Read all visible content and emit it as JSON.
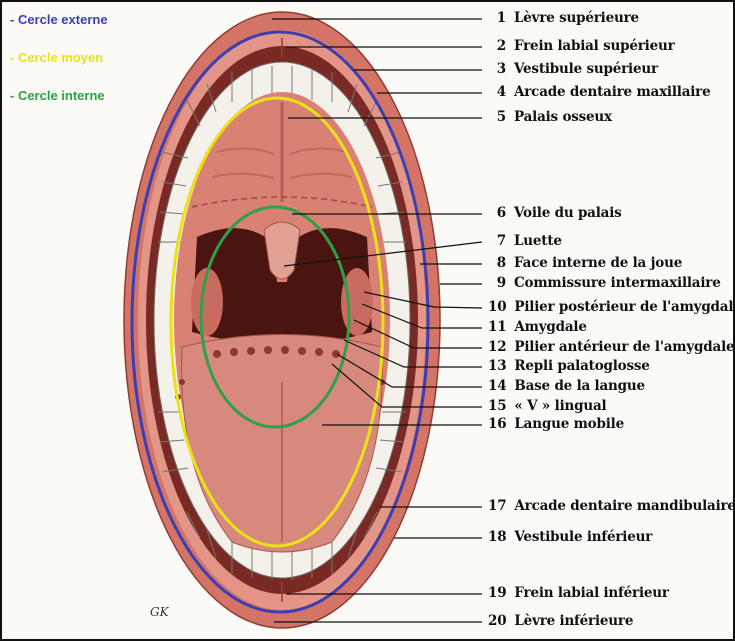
{
  "legend": [
    {
      "text": "- Cercle externe",
      "color": "#3b3fb3"
    },
    {
      "text": "- Cercle moyen",
      "color": "#ece113"
    },
    {
      "text": "- Cercle interne",
      "color": "#2fa046"
    }
  ],
  "labels": [
    {
      "num": "1",
      "text": "Lèvre supérieure"
    },
    {
      "num": "2",
      "text": "Frein labial supérieur"
    },
    {
      "num": "3",
      "text": "Vestibule supérieur"
    },
    {
      "num": "4",
      "text": "Arcade dentaire maxillaire"
    },
    {
      "num": "5",
      "text": "Palais osseux"
    },
    {
      "num": "6",
      "text": "Voile du palais"
    },
    {
      "num": "7",
      "text": "Luette"
    },
    {
      "num": "8",
      "text": "Face interne de la joue"
    },
    {
      "num": "9",
      "text": "Commissure intermaxillaire"
    },
    {
      "num": "10",
      "text": "Pilier postérieur de l'amygdale"
    },
    {
      "num": "11",
      "text": "Amygdale"
    },
    {
      "num": "12",
      "text": "Pilier antérieur de l'amygdale"
    },
    {
      "num": "13",
      "text": "Repli palatoglosse"
    },
    {
      "num": "14",
      "text": "Base de la langue"
    },
    {
      "num": "15",
      "text": "« V » lingual"
    },
    {
      "num": "16",
      "text": "Langue mobile"
    },
    {
      "num": "17",
      "text": "Arcade dentaire mandibulaire"
    },
    {
      "num": "18",
      "text": "Vestibule inférieur"
    },
    {
      "num": "19",
      "text": "Frein labial inférieur"
    },
    {
      "num": "20",
      "text": "Lèvre inférieure"
    }
  ],
  "signature": "GK",
  "colors": {
    "outer": "#3b3fb3",
    "middle": "#ece113",
    "inner": "#2fa046"
  }
}
